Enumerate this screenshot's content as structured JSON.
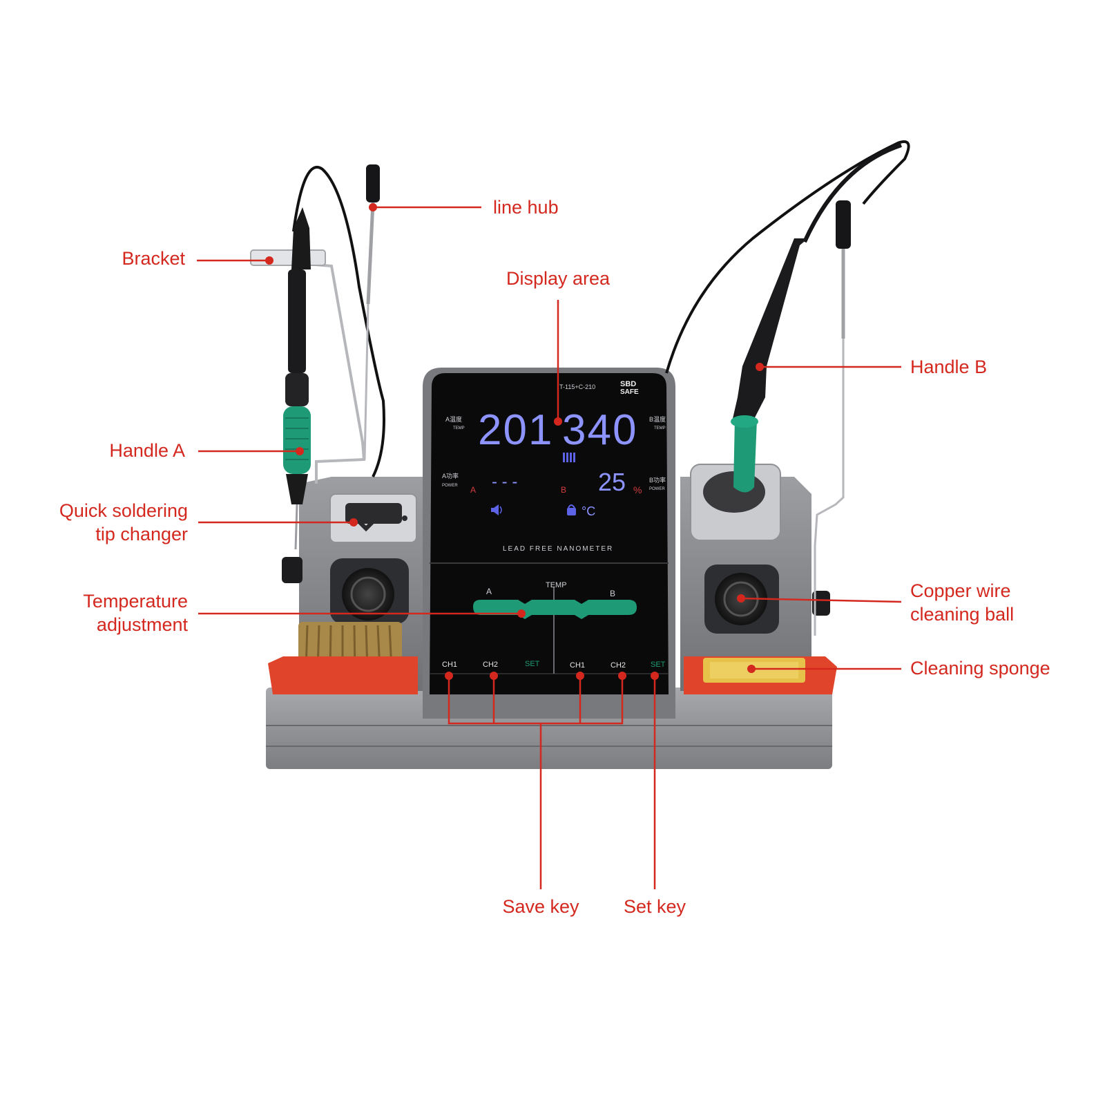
{
  "labels": {
    "line_hub": "line hub",
    "bracket": "Bracket",
    "display_area": "Display area",
    "handle_b": "Handle B",
    "handle_a": "Handle A",
    "quick_tip_line1": "Quick soldering",
    "quick_tip_line2": "tip changer",
    "temperature_line1": "Temperature",
    "temperature_line2": "adjustment",
    "copper_line1": "Copper wire",
    "copper_line2": "cleaning ball",
    "cleaning_sponge": "Cleaning sponge",
    "save_key": "Save key",
    "set_key": "Set key"
  },
  "display": {
    "model": "T-115+C-210",
    "brand_line1": "SBD",
    "brand_line2": "SAFE",
    "temp_a": "201",
    "temp_b": "340",
    "temp_a_label": "A温度",
    "temp_b_label": "B温度",
    "temp_sub": "TEMP",
    "power_a_label": "A功率",
    "power_b_label": "B功率",
    "power_sub": "POWER",
    "power_a": "- - -",
    "power_b": "25",
    "power_unit": "%",
    "channel_a": "A",
    "channel_b": "B",
    "unit": "°C",
    "lead_free": "LEAD FREE NANOMETER",
    "slider_a": "A",
    "slider_b": "B",
    "slider_temp": "TEMP",
    "keys": [
      "CH1",
      "CH2",
      "SET",
      "CH1",
      "CH2",
      "SET"
    ]
  },
  "colors": {
    "label": "#d4281f",
    "lcd_digits": "#8d94ff",
    "accent_green": "#1e9b76",
    "body_grey": "#8a8c90",
    "tray_red": "#e0442b"
  }
}
